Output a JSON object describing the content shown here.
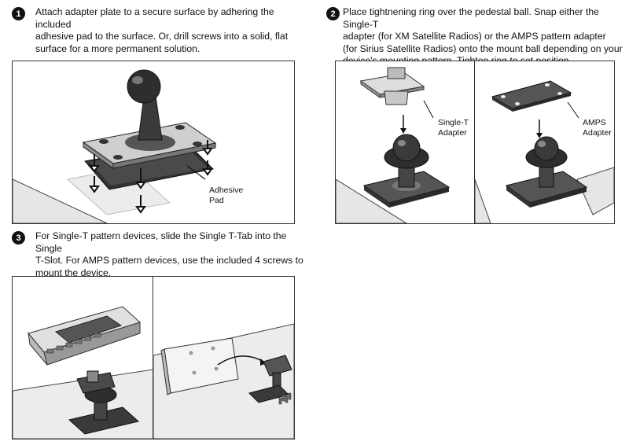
{
  "steps": [
    {
      "number": "1",
      "text": "Attach adapter plate to a secure surface by adhering the included\nadhesive pad to the surface. Or, drill screws into a solid, flat\nsurface for a more permanent solution."
    },
    {
      "number": "2",
      "text": "Place tightnening ring over the pedestal ball. Snap either the Single-T\nadapter (for XM Satellite Radios) or the AMPS pattern adapter\n(for Sirius Satellite Radios) onto the mount ball depending on your\ndevice's mounting pattern. Tighten ring to set position."
    },
    {
      "number": "3",
      "text": "For Single-T pattern devices, slide the Single T-Tab into the Single\nT-Slot. For AMPS pattern devices, use the included 4 screws to\nmount the device."
    }
  ],
  "labels": {
    "adhesive_pad": "Adhesive\nPad",
    "single_t_adapter": "Single-T\nAdapter",
    "amps_adapter": "AMPS\nAdapter"
  }
}
